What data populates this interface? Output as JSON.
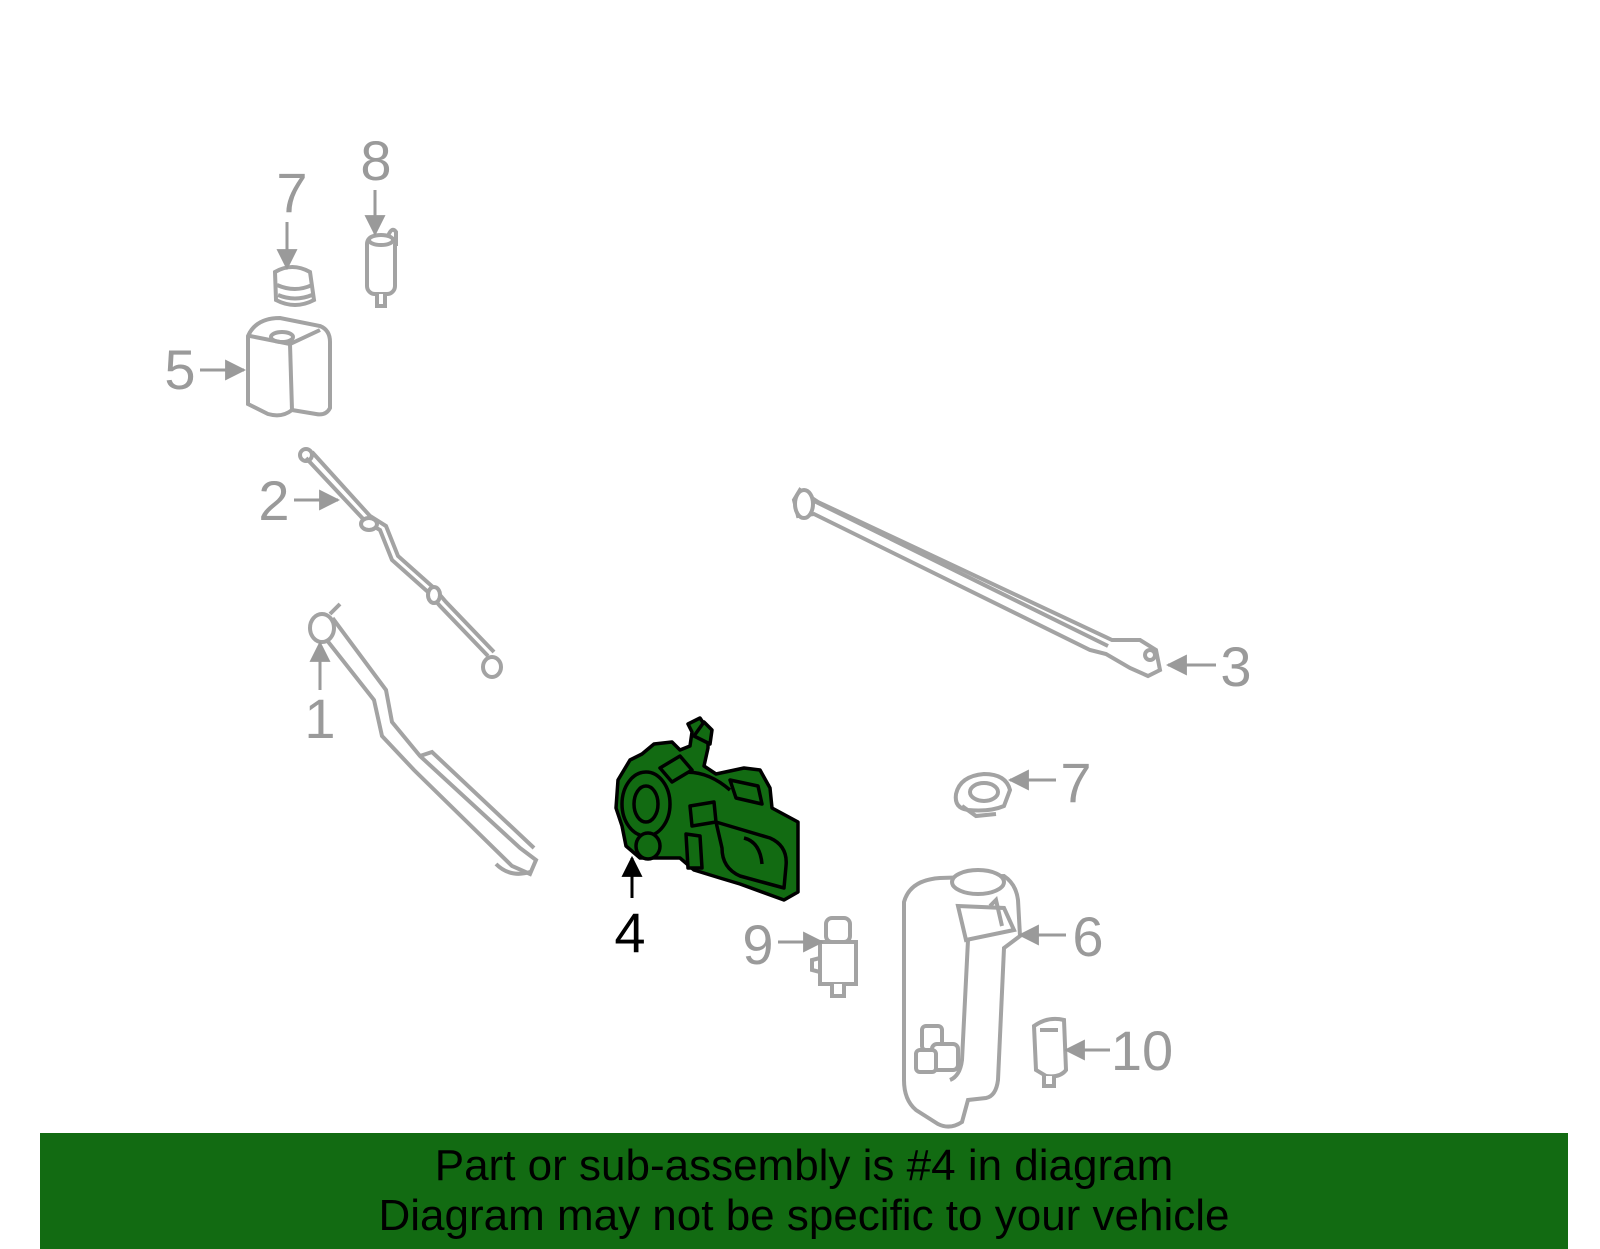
{
  "callouts": {
    "c1": "1",
    "c2": "2",
    "c3": "3",
    "c4": "4",
    "c5": "5",
    "c6": "6",
    "c7_top": "7",
    "c7_right": "7",
    "c8": "8",
    "c9": "9",
    "c10": "10"
  },
  "banner": {
    "line1": "Part or sub-assembly is #4 in diagram",
    "line2": "Diagram may not be specific to your vehicle"
  },
  "colors": {
    "highlight": "#126b12",
    "line_art": "#a3a3a3",
    "label_grey": "#9a9a9a",
    "label_selected": "#000000"
  }
}
